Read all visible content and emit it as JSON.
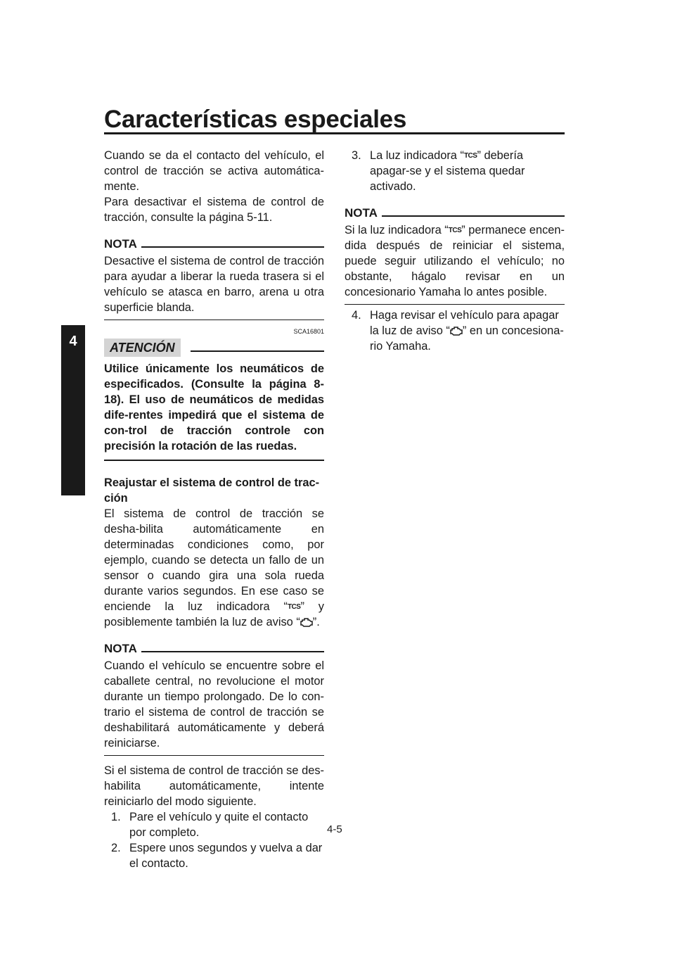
{
  "header": {
    "title": "Características especiales",
    "chapter": "4"
  },
  "left": {
    "p1": "Cuando se da el contacto del vehículo, el control de tracción se activa automática-mente.",
    "p2": "Para desactivar el sistema de control de tracción, consulte la página 5-11.",
    "nota1_label": "NOTA",
    "nota1_text": "Desactive el sistema de control de tracción para ayudar a liberar la rueda trasera si el vehículo se atasca en barro, arena u otra superficie blanda.",
    "code": "SCA16801",
    "atencion_label": "ATENCIÓN",
    "atencion_text": "Utilice únicamente los neumáticos de especificados. (Consulte la página 8-18). El uso de neumáticos de medidas dife-rentes impedirá que el sistema de con-trol de tracción controle con precisión la rotación de las ruedas.",
    "subhead": "Reajustar el sistema de control de trac-ción",
    "p3_a": "El sistema de control de tracción se desha-bilita automáticamente en determinadas condiciones como, por ejemplo, cuando se detecta un fallo de un sensor o cuando gira una sola rueda durante varios segundos. En ese caso se enciende la luz indicadora “",
    "p3_b": "” y posiblemente también la luz de aviso “",
    "p3_c": "”.",
    "nota2_label": "NOTA",
    "nota2_text": "Cuando el vehículo se encuentre sobre el caballete central, no revolucione el motor durante un tiempo prolongado. De lo con-trario el sistema de control de tracción se deshabilitará automáticamente y deberá reiniciarse.",
    "p4": "Si el sistema de control de tracción se des-habilita automáticamente, intente reiniciarlo del modo siguiente.",
    "steps": [
      {
        "num": "1.",
        "text": "Pare el vehículo y quite el contacto por completo."
      },
      {
        "num": "2.",
        "text": "Espere unos segundos y vuelva a dar el contacto."
      }
    ]
  },
  "right": {
    "step3_num": "3.",
    "step3_a": "La luz indicadora “",
    "step3_b": "” debería apagar-se y el sistema quedar activado.",
    "nota_label": "NOTA",
    "nota_a": "Si la luz indicadora “",
    "nota_b": "” permanece encen-dida después de reiniciar el sistema, puede seguir utilizando el vehículo; no obstante, hágalo revisar en un concesionario Yamaha lo antes posible.",
    "step4_num": "4.",
    "step4_a": "Haga revisar el vehículo para apagar la luz de aviso “",
    "step4_b": "” en un concesiona-rio Yamaha."
  },
  "icons": {
    "tcs": "TCS",
    "engine": "engine-warning-icon"
  },
  "footer": {
    "page_number": "4-5"
  }
}
